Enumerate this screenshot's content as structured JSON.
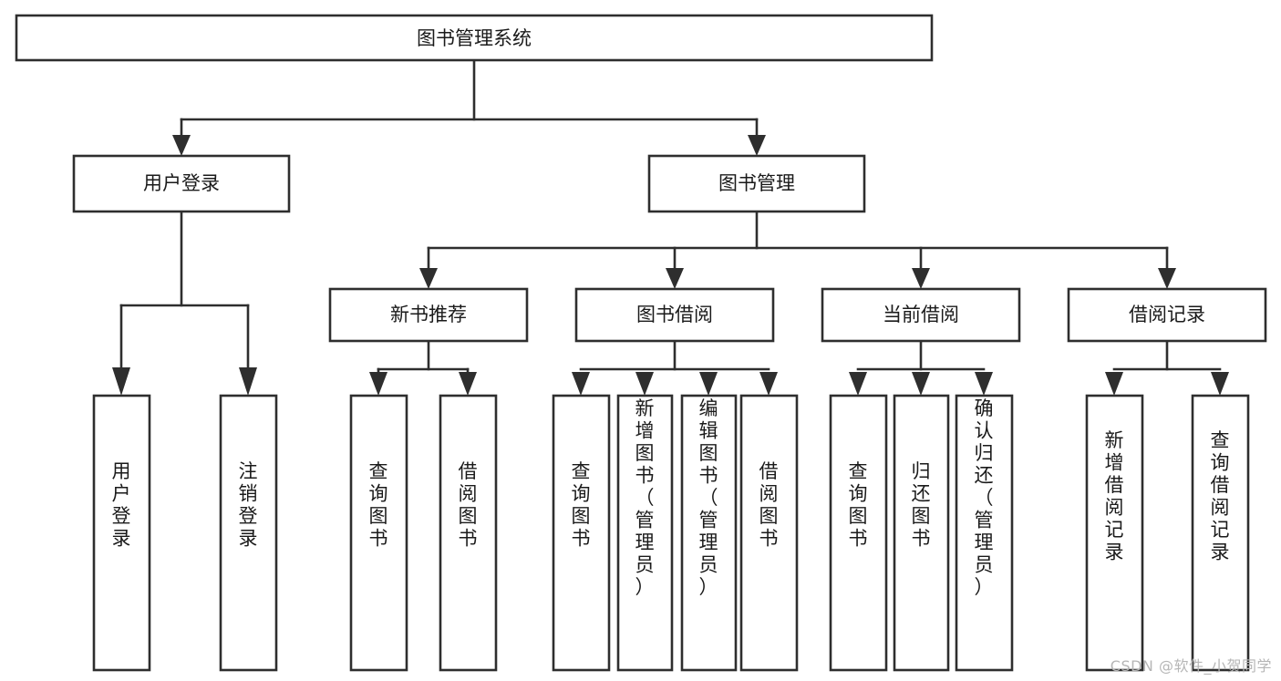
{
  "diagram": {
    "title": "图书管理系统",
    "type": "tree-hierarchy-diagram",
    "colors": {
      "box_stroke": "#2e2e2e",
      "box_fill": "#ffffff",
      "text": "#1a1a1a",
      "background": "#ffffff",
      "watermark": "#b6b6b6"
    },
    "root": {
      "label": "图书管理系统"
    },
    "level2": [
      {
        "label": "用户登录"
      },
      {
        "label": "图书管理"
      }
    ],
    "level3": [
      {
        "label": "新书推荐"
      },
      {
        "label": "图书借阅"
      },
      {
        "label": "当前借阅"
      },
      {
        "label": "借阅记录"
      }
    ],
    "leaves_user_login": [
      {
        "label": "用户登录"
      },
      {
        "label": "注销登录"
      }
    ],
    "leaves_new_book": [
      {
        "label": "查询图书"
      },
      {
        "label": "借阅图书"
      }
    ],
    "leaves_borrow": [
      {
        "label": "查询图书"
      },
      {
        "label": "新增图书（管理员）"
      },
      {
        "label": "编辑图书（管理员）"
      },
      {
        "label": "借阅图书"
      }
    ],
    "leaves_current": [
      {
        "label": "查询图书"
      },
      {
        "label": "归还图书"
      },
      {
        "label": "确认归还（管理员）"
      }
    ],
    "leaves_records": [
      {
        "label": "新增借阅记录"
      },
      {
        "label": "查询借阅记录"
      }
    ]
  },
  "watermark": {
    "text": "CSDN @软件_小贺同学"
  }
}
